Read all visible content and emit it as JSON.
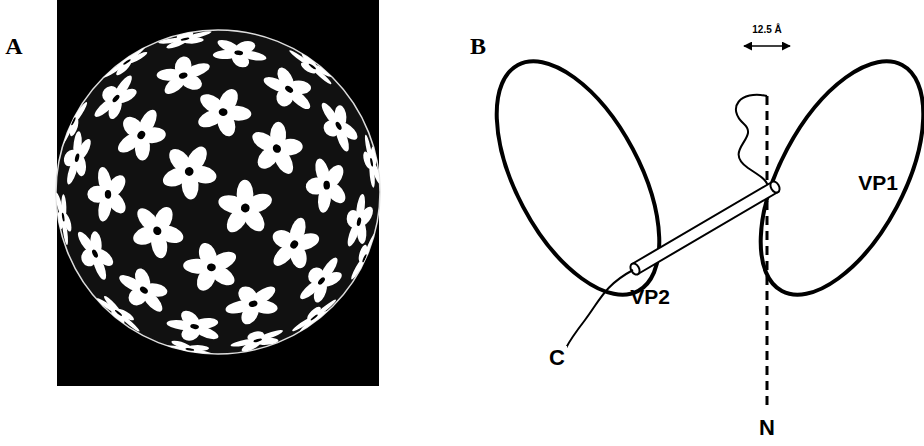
{
  "diagram": {
    "labels": [
      "A",
      "B",
      "12.5 Å",
      "VP1",
      "VP2",
      "C",
      "N"
    ]
  }
}
